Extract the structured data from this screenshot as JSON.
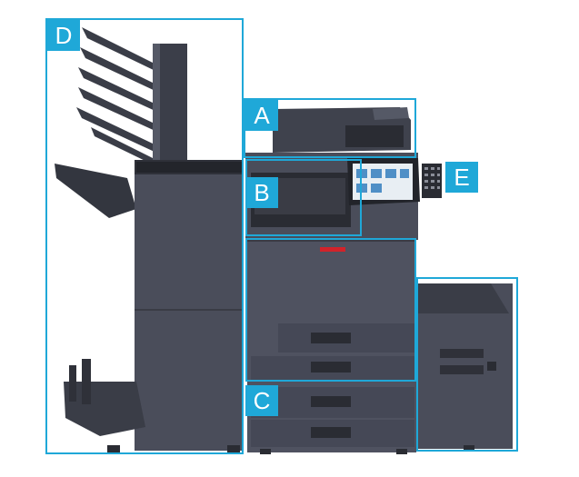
{
  "diagram": {
    "zones": [
      {
        "id": "D",
        "label": "D"
      },
      {
        "id": "A",
        "label": "A"
      },
      {
        "id": "B",
        "label": "B"
      },
      {
        "id": "C",
        "label": "C"
      },
      {
        "id": "E",
        "label": "E"
      }
    ],
    "colors": {
      "accent": "#1fa8d8",
      "body": "#4a4d5a",
      "body_dark": "#2f3139",
      "body_light": "#6b6e7a",
      "brand": "#d2232a"
    }
  }
}
